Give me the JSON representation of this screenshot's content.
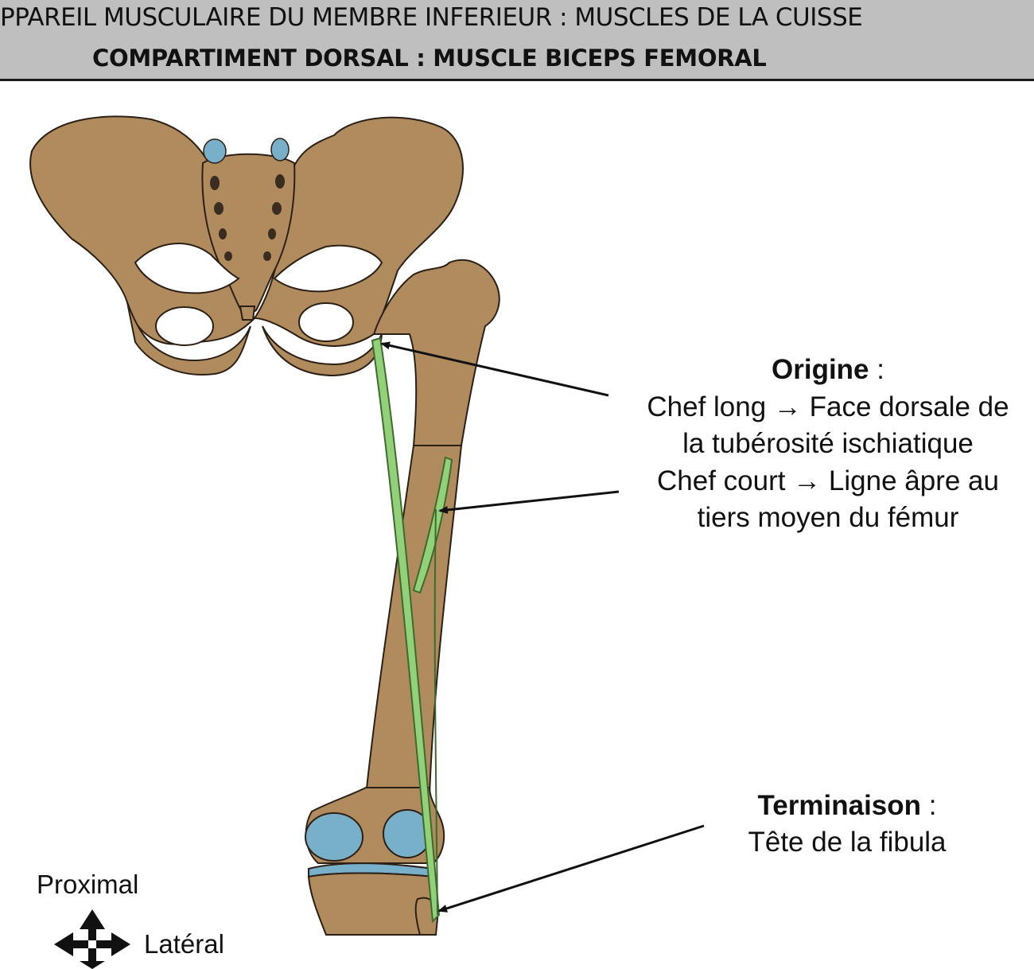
{
  "header": {
    "title": "PPAREIL MUSCULAIRE DU MEMBRE INFERIEUR : MUSCLES DE LA CUISSE",
    "subtitle": "COMPARTIMENT DORSAL : MUSCLE BICEPS FEMORAL"
  },
  "labels": {
    "origine": {
      "heading": "Origine",
      "heading_suffix": " :",
      "lines": [
        "Chef long → Face dorsale de",
        "la tubérosité ischiatique",
        "Chef court → Ligne âpre au",
        "tiers moyen du fémur"
      ]
    },
    "terminaison": {
      "heading": "Terminaison",
      "heading_suffix": " :",
      "lines": [
        "Tête de la fibula"
      ]
    }
  },
  "orientation": {
    "vertical": "Proximal",
    "horizontal": "Latéral"
  },
  "colors": {
    "bone": "#b08b5d",
    "bone_outline": "#2c2016",
    "cartilage": "#79b0c9",
    "muscle": "#93d07a",
    "muscle_outline": "#3d6b2d",
    "header_bg": "#bfbfbf"
  }
}
